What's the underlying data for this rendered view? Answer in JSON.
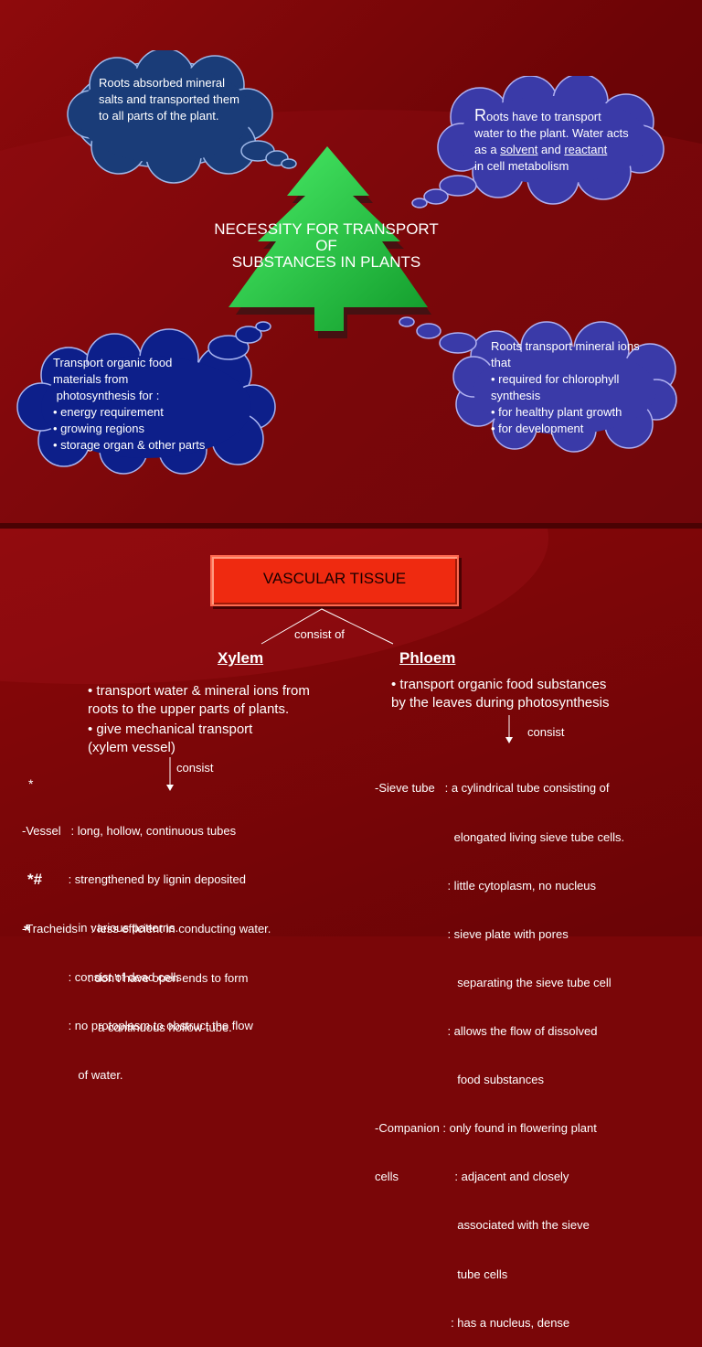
{
  "slide1": {
    "title_line1": "NECESSITY FOR TRANSPORT",
    "title_line2": "OF",
    "title_line3": "SUBSTANCES IN PLANTS",
    "cloud_top_left": [
      "Roots absorbed mineral",
      "salts and transported them",
      "to all parts of the plant."
    ],
    "cloud_top_right": {
      "first_letter": "R",
      "line1_rest": "oots have to transport",
      "line2": "water to the plant. Water acts",
      "line3_pre": "as a ",
      "solvent": "solvent",
      "line3_mid": " and ",
      "reactant": "reactant",
      "line4": "in cell metabolism"
    },
    "cloud_bottom_left": [
      "Transport organic food",
      "materials from",
      " photosynthesis for :",
      "• energy requirement",
      "• growing regions",
      "• storage organ & other parts"
    ],
    "cloud_bottom_right": [
      "Roots transport mineral ions",
      "that",
      "• required for chlorophyll",
      "synthesis",
      "• for healthy plant growth",
      "• for development"
    ]
  },
  "slide2": {
    "box_title": "VASCULAR TISSUE",
    "consist_of": "consist of",
    "xylem": "Xylem",
    "phloem": "Phloem",
    "xylem_points": [
      "• transport water & mineral ions from",
      "roots to the upper parts of plants.",
      "• give mechanical transport",
      "(xylem vessel)"
    ],
    "phloem_points": [
      "• transport organic food substances",
      "by the leaves during photosynthesis"
    ],
    "consist": "consist",
    "star1": "*",
    "star2": "*#",
    "star3": "*",
    "vessel_lines": [
      "-Vessel   : long, hollow, continuous tubes",
      "              : strengthened by lignin deposited",
      "                 in various patterns.",
      "              : consist of dead cells",
      "              : no protoplasm to obstruct the flow",
      "                 of water."
    ],
    "tracheid_lines": [
      "-Tracheids    : less efficient in conducting water.",
      "                    : don't have open ends to form",
      "                       a continuous hollow tube."
    ],
    "sieve_lines": [
      "-Sieve tube   : a cylindrical tube consisting of",
      "                        elongated living sieve tube cells.",
      "                      : little cytoplasm, no nucleus",
      "                      : sieve plate with pores",
      "                         separating the sieve tube cell",
      "                      : allows the flow of dissolved",
      "                         food substances",
      "-Companion : only found in flowering plant",
      "cells                 : adjacent and closely",
      "                         associated with the sieve",
      "                         tube cells",
      "                       : has a nucleus, dense"
    ]
  },
  "colors": {
    "background": "#7a0608",
    "tree": "#2fd84a",
    "cloud_blue": "#3a3aa8",
    "cloud_navy": "#1a2f78",
    "box_red": "#ef2a10"
  }
}
